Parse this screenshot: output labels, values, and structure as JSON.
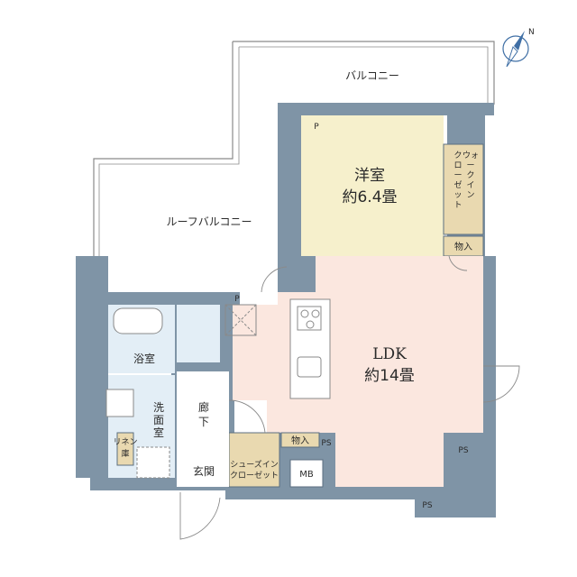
{
  "rooms": {
    "balcony": "バルコニー",
    "roof_balcony": "ルーフバルコニー",
    "western_room_name": "洋室",
    "western_room_size": "約6.4畳",
    "walk_in_closet": [
      "ウォ",
      "ー",
      "ク",
      "イ",
      "ン",
      "ク",
      "ロ",
      "ー",
      "ゼ",
      "ッ",
      "ト"
    ],
    "storage_top": "物入",
    "ldk_name": "LDK",
    "ldk_size": "約14畳",
    "storage_middle": "物入",
    "bathroom": "浴室",
    "washroom": [
      "洗",
      "面",
      "室"
    ],
    "hallway": [
      "廊",
      "下"
    ],
    "linen_closet": [
      "リネン",
      "庫"
    ],
    "entrance": "玄関",
    "shoes_in_closet_line1": "シューズイン",
    "shoes_in_closet_line2": "クローゼット",
    "meter_box": "MB"
  },
  "pipe_spaces": {
    "p_top": "P",
    "p_mid": "P",
    "ps_left": "PS",
    "ps_mid": "PS",
    "ps_right": "PS",
    "ps_bottom": "PS"
  },
  "compass": {
    "icon": "north-arrow-icon",
    "label": "N"
  },
  "colors": {
    "wall": "#7f94a6",
    "western_room": "#f6f0cc",
    "ldk": "#fbe7df",
    "closet": "#e9d9b0",
    "wet_area": "#e3eef6",
    "outline": "#8a8a8a"
  }
}
